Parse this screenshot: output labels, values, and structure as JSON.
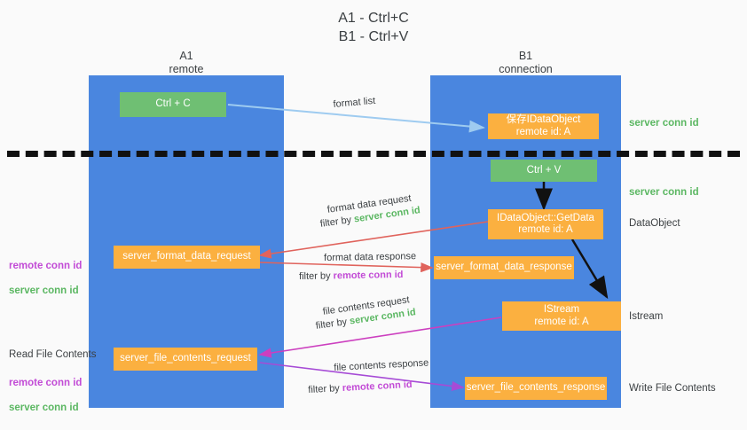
{
  "title": "A1 - Ctrl+C\nB1 - Ctrl+V",
  "lanes": {
    "a": {
      "name": "A1",
      "sub": "remote",
      "header": "A1\nremote"
    },
    "b": {
      "name": "B1",
      "sub": "connection",
      "header": "B1\nconnection"
    }
  },
  "boxes": {
    "ctrl_c": "Ctrl + C",
    "ctrl_v": "Ctrl + V",
    "save_dataobject": "保存IDataObject\nremote id: A",
    "getdata": "IDataObject::GetData\nremote id: A",
    "istream": "IStream\nremote id: A",
    "server_format_data_request": "server_format_data_request",
    "server_format_data_response": "server_format_data_response",
    "server_file_contents_request": "server_file_contents_request",
    "server_file_contents_response": "server_file_contents_response"
  },
  "right_labels": {
    "server_conn_id_top": "server conn id",
    "server_conn_id_mid": "server conn id",
    "dataobject": "DataObject",
    "istream": "Istream",
    "write_file_contents": "Write File Contents"
  },
  "left_labels": {
    "format_ids": "remote conn id\nserver conn id",
    "read_file_contents": "Read File Contents",
    "file_ids": "remote conn id\nserver conn id",
    "remote_conn_id": "remote conn id",
    "server_conn_id": "server conn id"
  },
  "edges": {
    "format_list": "format list",
    "format_data_request": "format data request",
    "format_data_request_filter_prefix": "filter by ",
    "format_data_request_filter_value": "server conn id",
    "format_data_response": "format data response",
    "format_data_response_filter_prefix": "filter by ",
    "format_data_response_filter_value": "remote conn id",
    "file_contents_request": "file contents request",
    "file_contents_request_filter_prefix": "filter by ",
    "file_contents_request_filter_value": "server conn id",
    "file_contents_response": "file contents response",
    "file_contents_response_filter_prefix": "filter by ",
    "file_contents_response_filter_value": "remote conn id"
  },
  "colors": {
    "lane": "#4a86df",
    "green_box": "#6fbf73",
    "orange_box": "#fbb040",
    "green_text": "#5bb762",
    "purple_text": "#c24bd6",
    "arrow_blue": "#9ecbf0",
    "arrow_red": "#e0635c",
    "arrow_magenta": "#cc3fbf",
    "arrow_purple": "#a64bd6",
    "arrow_black": "#111111",
    "divider": "#111111"
  }
}
